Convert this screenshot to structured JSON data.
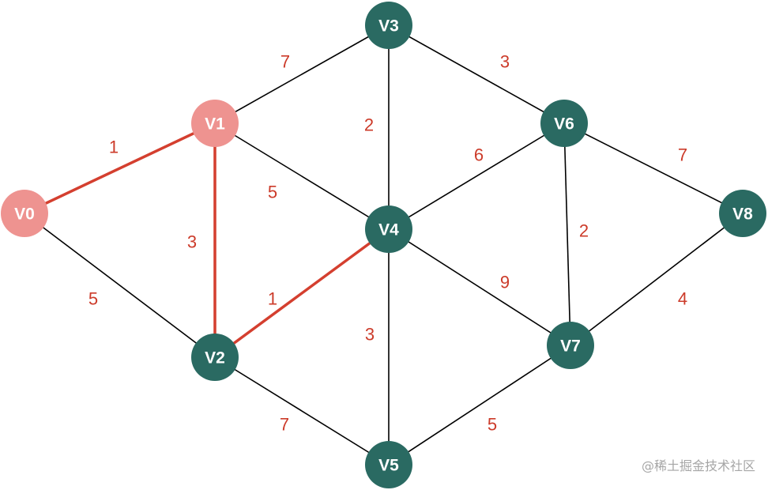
{
  "colors": {
    "node": "#2a6a62",
    "visited_node": "#ee9390",
    "edge": "#000000",
    "highlight_edge": "#d43f2f",
    "weight_text": "#cc3b2a"
  },
  "nodes": [
    {
      "id": "V0",
      "label": "V0",
      "visited": true
    },
    {
      "id": "V1",
      "label": "V1",
      "visited": true
    },
    {
      "id": "V2",
      "label": "V2",
      "visited": false
    },
    {
      "id": "V3",
      "label": "V3",
      "visited": false
    },
    {
      "id": "V4",
      "label": "V4",
      "visited": false
    },
    {
      "id": "V5",
      "label": "V5",
      "visited": false
    },
    {
      "id": "V6",
      "label": "V6",
      "visited": false
    },
    {
      "id": "V7",
      "label": "V7",
      "visited": false
    },
    {
      "id": "V8",
      "label": "V8",
      "visited": false
    }
  ],
  "edges": [
    {
      "from": "V0",
      "to": "V1",
      "weight": "1",
      "highlighted": true
    },
    {
      "from": "V0",
      "to": "V2",
      "weight": "5",
      "highlighted": false
    },
    {
      "from": "V1",
      "to": "V2",
      "weight": "3",
      "highlighted": true
    },
    {
      "from": "V1",
      "to": "V3",
      "weight": "7",
      "highlighted": false
    },
    {
      "from": "V1",
      "to": "V4",
      "weight": "5",
      "highlighted": false
    },
    {
      "from": "V2",
      "to": "V4",
      "weight": "1",
      "highlighted": true
    },
    {
      "from": "V2",
      "to": "V5",
      "weight": "7",
      "highlighted": false
    },
    {
      "from": "V3",
      "to": "V4",
      "weight": "2",
      "highlighted": false
    },
    {
      "from": "V3",
      "to": "V6",
      "weight": "3",
      "highlighted": false
    },
    {
      "from": "V4",
      "to": "V5",
      "weight": "3",
      "highlighted": false
    },
    {
      "from": "V4",
      "to": "V6",
      "weight": "6",
      "highlighted": false
    },
    {
      "from": "V4",
      "to": "V7",
      "weight": "9",
      "highlighted": false
    },
    {
      "from": "V5",
      "to": "V7",
      "weight": "5",
      "highlighted": false
    },
    {
      "from": "V6",
      "to": "V7",
      "weight": "2",
      "highlighted": false
    },
    {
      "from": "V6",
      "to": "V8",
      "weight": "7",
      "highlighted": false
    },
    {
      "from": "V7",
      "to": "V8",
      "weight": "4",
      "highlighted": false
    }
  ],
  "watermark": "@稀土掘金技术社区"
}
